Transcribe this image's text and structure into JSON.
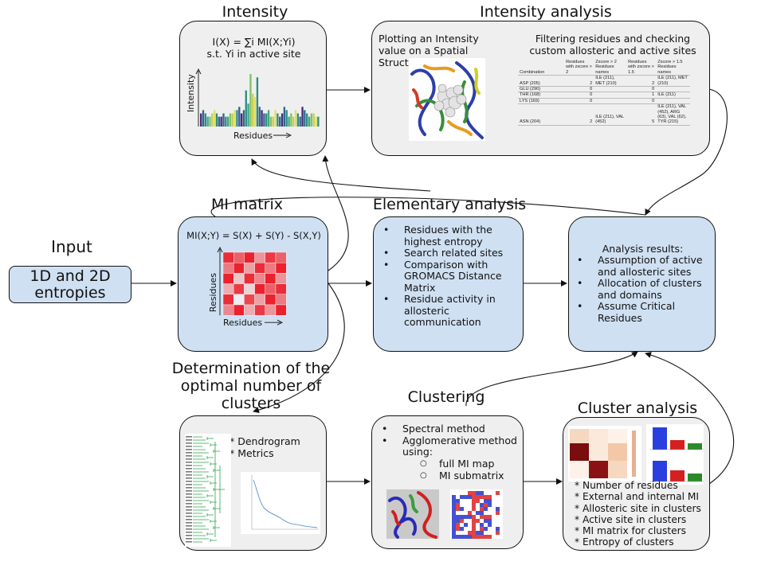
{
  "input": {
    "title": "Input",
    "label": "1D and 2D entropies"
  },
  "intensity": {
    "title": "Intensity",
    "formula_line1": "I(X) = ∑i MI(X;Yi)",
    "formula_line2": "s.t. Yi in active site",
    "ylabel": "Intensity",
    "xlabel": "Residues",
    "bars": [
      4,
      5,
      4,
      3,
      3,
      4,
      5,
      4,
      3,
      3,
      4,
      3,
      3,
      4,
      4,
      5,
      5,
      6,
      4,
      5,
      11,
      7,
      16,
      10,
      9,
      15,
      6,
      5,
      4,
      4,
      5,
      3,
      3,
      5,
      4,
      3,
      4,
      6,
      5,
      3,
      4,
      3,
      5,
      4,
      3,
      6,
      5,
      4,
      3,
      4,
      4,
      3,
      3
    ],
    "bar_colors": [
      "#4a2a7a",
      "#2b6a8a",
      "#2e8c87",
      "#3fa87f",
      "#7fc26a",
      "#c9cf4f",
      "#e5df5a",
      "#2e8c87",
      "#37628f"
    ]
  },
  "intensity_analysis": {
    "title": "Intensity analysis",
    "left_caption": "Plotting an Intensity value on a Spatial Structure",
    "right_caption": "Filtering residues and checking custom allosteric and active sites",
    "table_headers": [
      "Combination",
      "Residues with zscore > 2",
      "Zscore > 2 Residues names",
      "Residues with zscore > 1.5",
      "Zscore > 1.5 Residues names"
    ],
    "table_rows": [
      [
        "ASP (205)",
        "2",
        "ILE (211), MET (210)",
        "2",
        "ILE (211), MET (210)"
      ],
      [
        "GLU (290)",
        "0",
        "",
        "0",
        ""
      ],
      [
        "THR (168)",
        "0",
        "",
        "1",
        "ILE (211)"
      ],
      [
        "LYS (169)",
        "0",
        "",
        "0",
        ""
      ],
      [
        "ASN (204)",
        "2",
        "ILE (211), VAL (452)",
        "5",
        "ILE (211), VAL (452), ARG (63), VAL (62), TYR (215)"
      ]
    ]
  },
  "mi_matrix": {
    "title": "MI matrix",
    "formula": "MI(X;Y) = S(X) + S(Y) - S(X,Y)",
    "ylabel": "Residues",
    "xlabel": "Residues",
    "cells": [
      [
        0.9,
        0.7,
        0.95,
        0.5,
        0.85,
        0.7
      ],
      [
        0.6,
        0.95,
        0.45,
        0.9,
        0.6,
        0.95
      ],
      [
        0.95,
        0.3,
        0.9,
        0.55,
        0.95,
        0.5
      ],
      [
        0.4,
        0.85,
        0.25,
        0.95,
        0.7,
        0.9
      ],
      [
        0.9,
        0.15,
        0.8,
        0.45,
        0.95,
        0.6
      ],
      [
        0.55,
        0.95,
        0.4,
        0.85,
        0.5,
        0.95
      ]
    ]
  },
  "elementary": {
    "title": "Elementary analysis",
    "items": [
      "Residues with the highest entropy",
      "Search related sites",
      "Comparison with GROMACS Distance Matrix",
      "Residue activity in allosteric communication"
    ]
  },
  "results": {
    "heading": "Analysis results:",
    "items": [
      "Assumption of active and allosteric sites",
      "Allocation of clusters and domains",
      "Assume Critical Residues"
    ]
  },
  "optimal": {
    "title": "Determination of the optimal number of clusters",
    "items": [
      "* Dendrogram",
      "* Metrics"
    ]
  },
  "clustering": {
    "title": "Clustering",
    "items": [
      "Spectral method",
      "Agglomerative method using:"
    ],
    "subitems": [
      "full MI map",
      "MI submatrix"
    ]
  },
  "cluster_analysis": {
    "title": "Cluster analysis",
    "items": [
      "* Number of residues",
      "* External and internal MI",
      "* Allosteric site in clusters",
      "* Active site in clusters",
      "* MI matrix for clusters",
      "* Entropy of clusters"
    ]
  }
}
